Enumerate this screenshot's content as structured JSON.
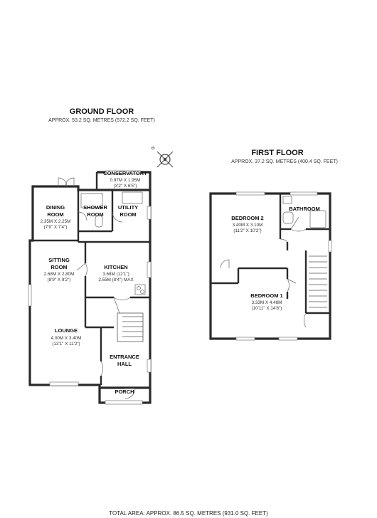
{
  "ground_floor": {
    "title": "GROUND FLOOR",
    "area": "APPROX.  53.2 SQ. METRES (572.2 SQ. FEET)",
    "rooms": {
      "conservatory": {
        "name": "CONSERVATORY",
        "metric": "0.97M X 1.95M",
        "imperial": "(3'2\" X 6'5\")"
      },
      "dining": {
        "name1": "DINING",
        "name2": "ROOM",
        "metric": "2.35M X 2.25M",
        "imperial": "(7'9\" X 7'4\")"
      },
      "shower": {
        "name1": "SHOWER",
        "name2": "ROOM"
      },
      "utility": {
        "name1": "UTILITY",
        "name2": "ROOM"
      },
      "sitting": {
        "name1": "SITTING",
        "name2": "ROOM",
        "metric": "2.68M X 2.80M",
        "imperial": "(8'9\" X 9'2\")"
      },
      "kitchen": {
        "name": "KITCHEN",
        "metric1": "3.68M (12'1\")",
        "metric2": "2.55M (8'4\") MAX"
      },
      "lounge": {
        "name": "LOUNGE",
        "metric": "4.00M X 3.40M",
        "imperial": "(13'1\" X 11'2\")"
      },
      "entrance": {
        "name1": "ENTRANCE",
        "name2": "HALL"
      },
      "porch": {
        "name": "PORCH"
      }
    }
  },
  "first_floor": {
    "title": "FIRST FLOOR",
    "area": "APPROX.  37.2 SQ. METRES (400.4 SQ. FEET)",
    "rooms": {
      "bedroom2": {
        "name": "BEDROOM 2",
        "metric": "3.40M X 3.10M",
        "imperial": "(11'2\" X 10'2\")"
      },
      "bathroom": {
        "name": "BATHROOM"
      },
      "bedroom1": {
        "name": "BEDROOM 1",
        "metric": "3.33M X 4.48M",
        "imperial": "(10'11\" X 14'8\")"
      }
    }
  },
  "compass": {
    "label": "N",
    "icon": "compass-icon"
  },
  "total_area": "TOTAL AREA: APPROX.  86.5 SQ. METRES (931.0 SQ. FEET)"
}
